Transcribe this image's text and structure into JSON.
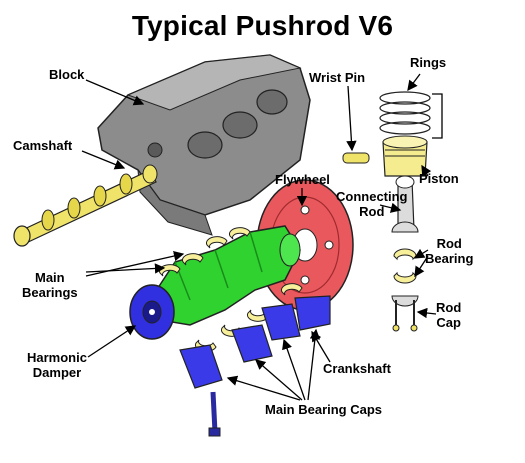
{
  "title": "Typical Pushrod V6",
  "labels": {
    "block": "Block",
    "camshaft": "Camshaft",
    "wrist_pin": "Wrist Pin",
    "rings": "Rings",
    "piston": "Piston",
    "flywheel": "Flywheel",
    "connecting_rod": [
      "Connecting",
      "Rod"
    ],
    "rod_bearing": [
      "Rod",
      "Bearing"
    ],
    "rod_cap": [
      "Rod",
      "Cap"
    ],
    "main_bearings": [
      "Main",
      "Bearings"
    ],
    "harmonic_damper": [
      "Harmonic",
      "Damper"
    ],
    "crankshaft": "Crankshaft",
    "main_bearing_caps": "Main Bearing Caps"
  },
  "colors": {
    "block": "#8c8c8c",
    "camshaft": "#f0e36a",
    "crankshaft": "#2fd22f",
    "flywheel": "#e8585c",
    "damper": "#3030e0",
    "bearing": "#f7ef9a",
    "cap": "#3a3ae8",
    "piston": "#f4ec8e"
  }
}
